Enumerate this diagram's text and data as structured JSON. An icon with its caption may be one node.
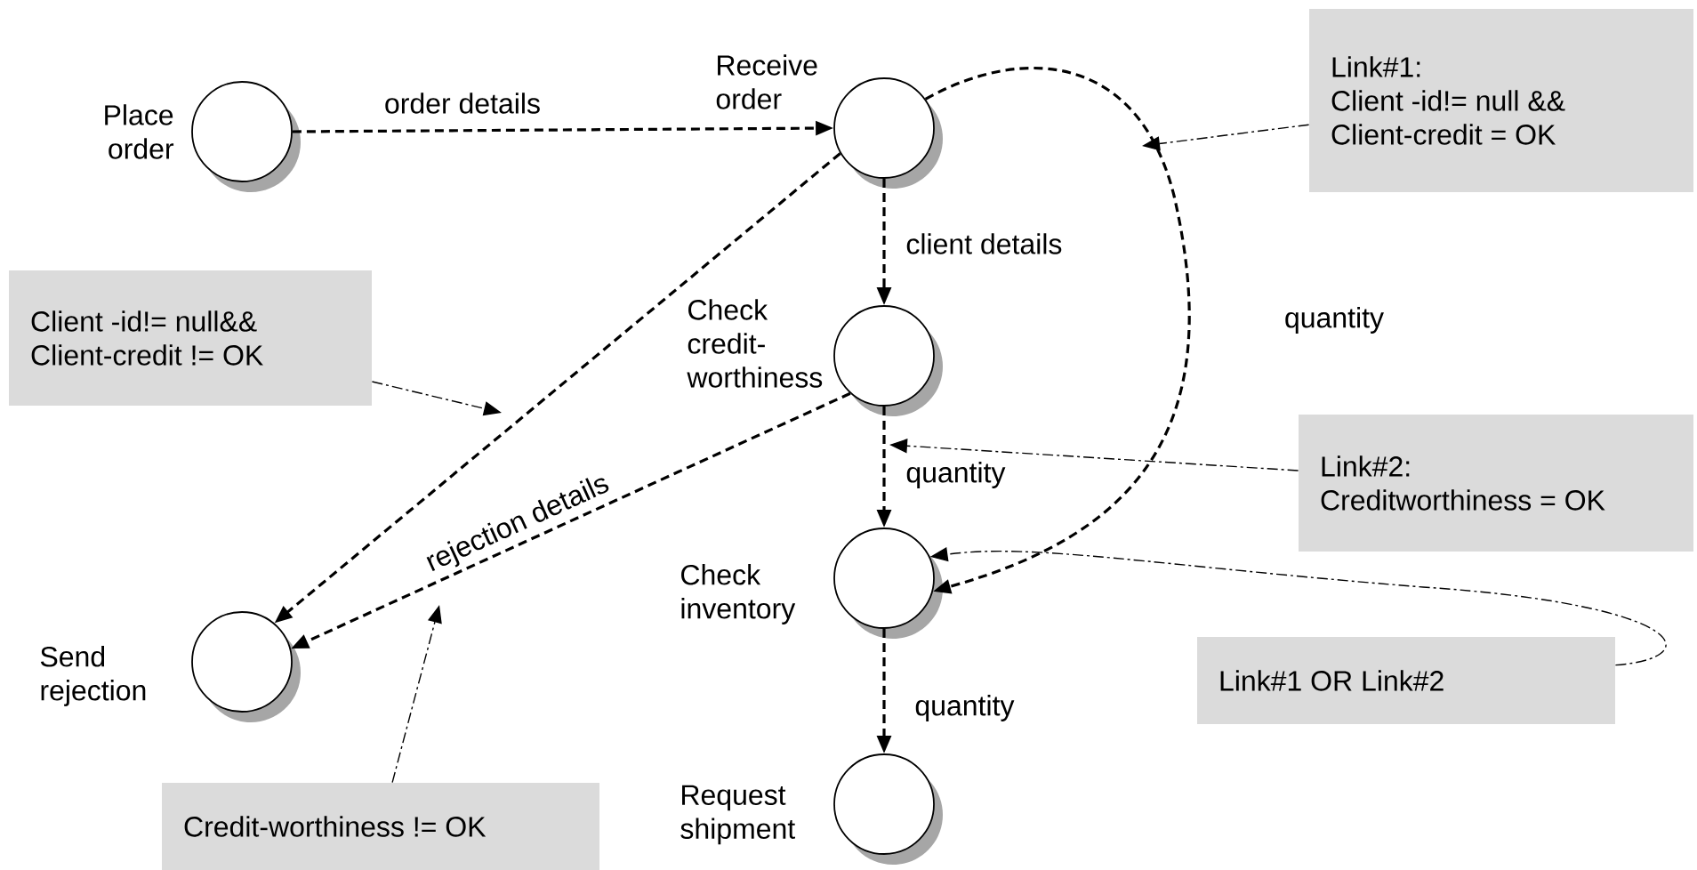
{
  "diagram": {
    "nodes": [
      {
        "text": [
          "Place order"
        ]
      },
      {
        "text": [
          "Receive order"
        ]
      },
      {
        "text": [
          "Check credit-worthiness"
        ]
      },
      {
        "text": [
          "Check inventory"
        ]
      },
      {
        "text": [
          "Request shipment"
        ]
      },
      {
        "text": [
          "Send rejection"
        ]
      },
      {
        "text": [
          "Link#1:",
          "Client -id!= null && Client-credit = OK"
        ]
      },
      {
        "text": [
          "Client -id!= null&& Client-credit != OK"
        ]
      },
      {
        "text": [
          "Link#2:",
          "Creditworthiness = OK"
        ]
      },
      {
        "text": [
          "Link#1 OR Link#2"
        ]
      },
      {
        "text": [
          "Credit-worthiness != OK"
        ]
      }
    ],
    "edges": [
      {
        "from": 0,
        "to": 1,
        "arrow": "to",
        "label": "order details",
        "style": "dashed"
      },
      {
        "from": 1,
        "to": 2,
        "arrow": "to",
        "label": "client details",
        "style": "dashed"
      },
      {
        "from": 2,
        "to": 3,
        "arrow": "to",
        "label": "quantity",
        "style": "dashed"
      },
      {
        "from": 3,
        "to": 4,
        "arrow": "to",
        "label": "quantity",
        "style": "dashed"
      },
      {
        "from": 1,
        "to": 3,
        "arrow": "to",
        "label": "quantity",
        "style": "dashed"
      },
      {
        "from": 1,
        "to": 5,
        "arrow": "to",
        "style": "dashed"
      },
      {
        "from": 2,
        "to": 5,
        "arrow": "to",
        "label": "rejection details",
        "style": "dashed"
      },
      {
        "from": 6,
        "to": null,
        "arrow": "to"
      },
      {
        "from": 7,
        "to": null,
        "arrow": "to"
      },
      {
        "from": 8,
        "to": null,
        "arrow": "to"
      },
      {
        "from": 9,
        "to": 3,
        "arrow": "to"
      },
      {
        "from": 10,
        "to": null,
        "arrow": "to"
      }
    ]
  }
}
